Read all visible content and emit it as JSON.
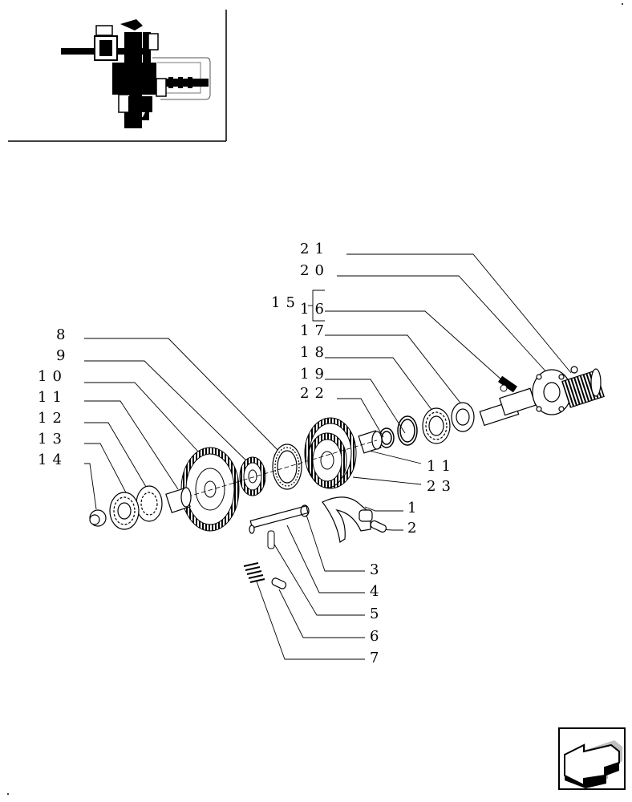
{
  "diagram": {
    "callouts": {
      "c1": "1",
      "c2": "2",
      "c3": "3",
      "c4": "4",
      "c5": "5",
      "c6": "6",
      "c7": "7",
      "c8": "8",
      "c9": "9",
      "c10": "10",
      "c11": "11",
      "c11b": "11",
      "c12": "12",
      "c13": "13",
      "c14": "14",
      "c15": "15",
      "c16": "16",
      "c17": "17",
      "c18": "18",
      "c19": "19",
      "c20": "20",
      "c21": "21",
      "c22": "22",
      "c23": "23"
    }
  },
  "navigation": {
    "next_icon": "arrow-left-icon"
  }
}
